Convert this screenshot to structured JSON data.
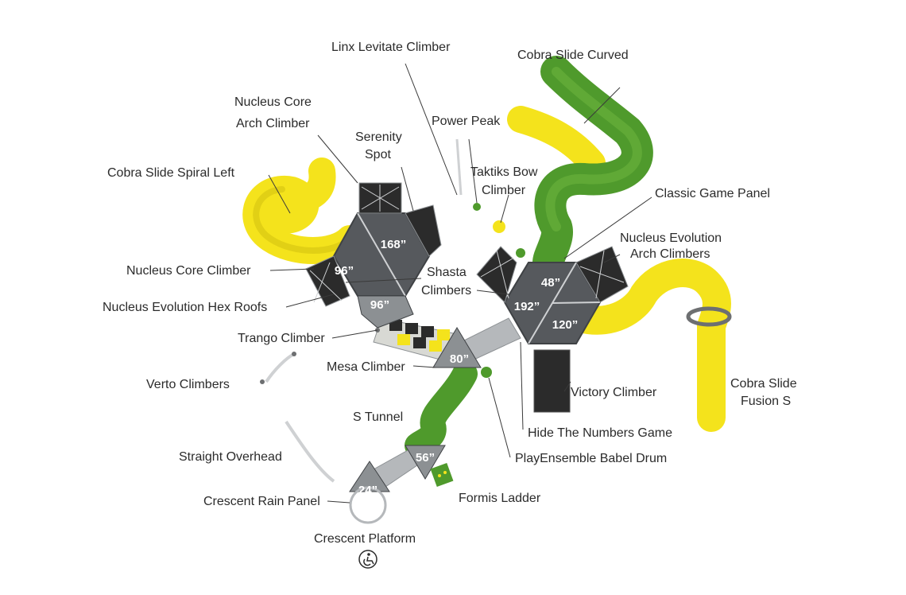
{
  "labels": {
    "linx_levitate_climber": "Linx Levitate Climber",
    "cobra_slide_curved": "Cobra Slide Curved",
    "nucleus_core_arch_climber_1": "Nucleus Core",
    "nucleus_core_arch_climber_2": "Arch Climber",
    "power_peak": "Power Peak",
    "serenity_spot_1": "Serenity",
    "serenity_spot_2": "Spot",
    "cobra_slide_spiral_left": "Cobra Slide Spiral Left",
    "taktiks_bow_climber_1": "Taktiks Bow",
    "taktiks_bow_climber_2": "Climber",
    "classic_game_panel": "Classic Game Panel",
    "nucleus_evolution_arch_climbers_1": "Nucleus Evolution",
    "nucleus_evolution_arch_climbers_2": "Arch Climbers",
    "nucleus_core_climber": "Nucleus Core Climber",
    "shasta_climbers_1": "Shasta",
    "shasta_climbers_2": "Climbers",
    "nucleus_evolution_hex_roofs": "Nucleus Evolution Hex Roofs",
    "trango_climber": "Trango Climber",
    "mesa_climber": "Mesa Climber",
    "verto_climbers": "Verto Climbers",
    "victory_climber": "Victory Climber",
    "cobra_slide_fusion_s_1": "Cobra Slide",
    "cobra_slide_fusion_s_2": "Fusion S",
    "s_tunnel": "S Tunnel",
    "hide_the_numbers_game": "Hide The Numbers Game",
    "straight_overhead": "Straight Overhead",
    "playensemble_babel_drum": "PlayEnsemble Babel Drum",
    "crescent_rain_panel": "Crescent Rain Panel",
    "formis_ladder": "Formis Ladder",
    "crescent_platform": "Crescent Platform"
  },
  "platform_heights": {
    "left_top": "168”",
    "left_mid": "96”",
    "left_low": "96”",
    "right_top": "48”",
    "right_left": "192”",
    "right_low": "120”",
    "center": "80”",
    "lower": "56”",
    "bottom": "24”"
  },
  "icons": {
    "accessibility": "wheelchair-accessible-icon"
  },
  "colors": {
    "slide_yellow": "#f4e31c",
    "slide_green": "#4f9a2c",
    "deck_dark": "#56595d",
    "deck_mid": "#8c9093",
    "walkway": "#b5b8bb",
    "label_text": "#2b2b2b"
  }
}
